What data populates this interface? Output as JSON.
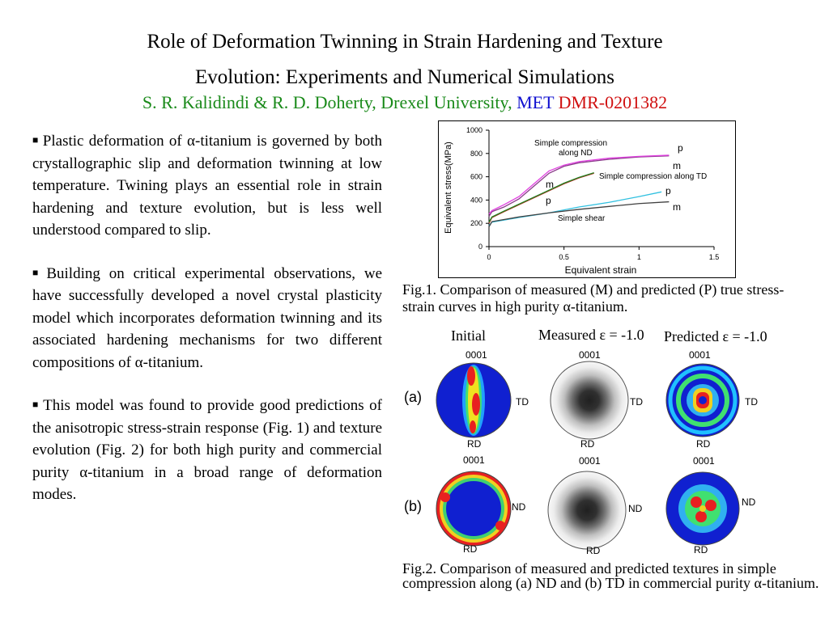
{
  "title": {
    "line1": "Role of Deformation Twinning in Strain Hardening and Texture",
    "line2": "Evolution: Experiments and Numerical Simulations"
  },
  "authors": {
    "names": "S. R. Kalidindi & R. D. Doherty,  Drexel University, ",
    "dept": "MET",
    "grant": " DMR-0201382"
  },
  "bullets": [
    "Plastic deformation of α-titanium is governed by both crystallographic slip and deformation twinning at low temperature. Twining plays an essential role in strain hardening and texture evolution, but is less well understood compared to slip.",
    "Building on critical experimental observations, we have successfully developed a novel crystal plasticity model which incorporates deformation twinning and its associated hardening mechanisms for two different compositions of α-titanium.",
    "This model was found to provide good predictions of the anisotropic stress-strain response (Fig. 1) and texture evolution (Fig. 2) for both high purity and commercial purity α-titanium in a broad range of deformation modes."
  ],
  "fig1_caption": "Fig.1. Comparison of measured (M) and predicted (P) true stress-strain curves in high purity α-titanium.",
  "fig2_caption": "Fig.2. Comparison of measured and predicted  textures in simple compression along (a) ND and (b) TD in commercial purity α-titanium.",
  "pole_figures": {
    "col_initial": "Initial",
    "col_measured": "Measured ε = -1.0",
    "col_predicted": "Predicted ε = -1.0",
    "row_a": "(a)",
    "row_b": "(b)",
    "top_label": "0001",
    "label_td": "TD",
    "label_nd": "ND",
    "label_rd": "RD"
  },
  "chart_data": {
    "type": "line",
    "xlabel": "Equivalent strain",
    "ylabel": "Equivalent stress(MPa)",
    "xlim": [
      0,
      1.5
    ],
    "ylim": [
      0,
      1000
    ],
    "xticks": [
      "0",
      "0.5",
      "1",
      "1.5"
    ],
    "yticks": [
      "0",
      "200",
      "400",
      "600",
      "800",
      "1000"
    ],
    "annotations": [
      "Simple compression",
      "along ND",
      "Simple compression along TD",
      "Simple shear",
      "p",
      "m",
      "m",
      "p",
      "p",
      "m"
    ],
    "series": [
      {
        "color": "#8a3a8a",
        "x": [
          0,
          0.02,
          0.1,
          0.2,
          0.3,
          0.4,
          0.5,
          0.6,
          0.8,
          1.0,
          1.2
        ],
        "y": [
          260,
          300,
          340,
          410,
          520,
          630,
          690,
          720,
          750,
          770,
          780
        ]
      },
      {
        "color": "#e040e0",
        "x": [
          0,
          0.02,
          0.1,
          0.2,
          0.3,
          0.4,
          0.5,
          0.6,
          0.8,
          1.0,
          1.2
        ],
        "y": [
          280,
          310,
          360,
          430,
          540,
          650,
          700,
          730,
          760,
          775,
          785
        ]
      },
      {
        "color": "#b03020",
        "x": [
          0,
          0.02,
          0.1,
          0.2,
          0.3,
          0.4,
          0.5,
          0.6,
          0.7
        ],
        "y": [
          200,
          250,
          300,
          360,
          420,
          480,
          540,
          590,
          630
        ]
      },
      {
        "color": "#208020",
        "x": [
          0,
          0.02,
          0.1,
          0.2,
          0.3,
          0.4,
          0.5,
          0.6,
          0.7
        ],
        "y": [
          210,
          255,
          305,
          365,
          425,
          485,
          545,
          595,
          635
        ]
      },
      {
        "color": "#30c0e0",
        "x": [
          0,
          0.02,
          0.2,
          0.4,
          0.6,
          0.8,
          1.0,
          1.15
        ],
        "y": [
          180,
          210,
          250,
          290,
          340,
          380,
          430,
          470
        ]
      },
      {
        "color": "#404040",
        "x": [
          0,
          0.02,
          0.2,
          0.4,
          0.6,
          0.8,
          1.0,
          1.2
        ],
        "y": [
          170,
          215,
          255,
          290,
          320,
          345,
          370,
          385
        ]
      }
    ]
  }
}
